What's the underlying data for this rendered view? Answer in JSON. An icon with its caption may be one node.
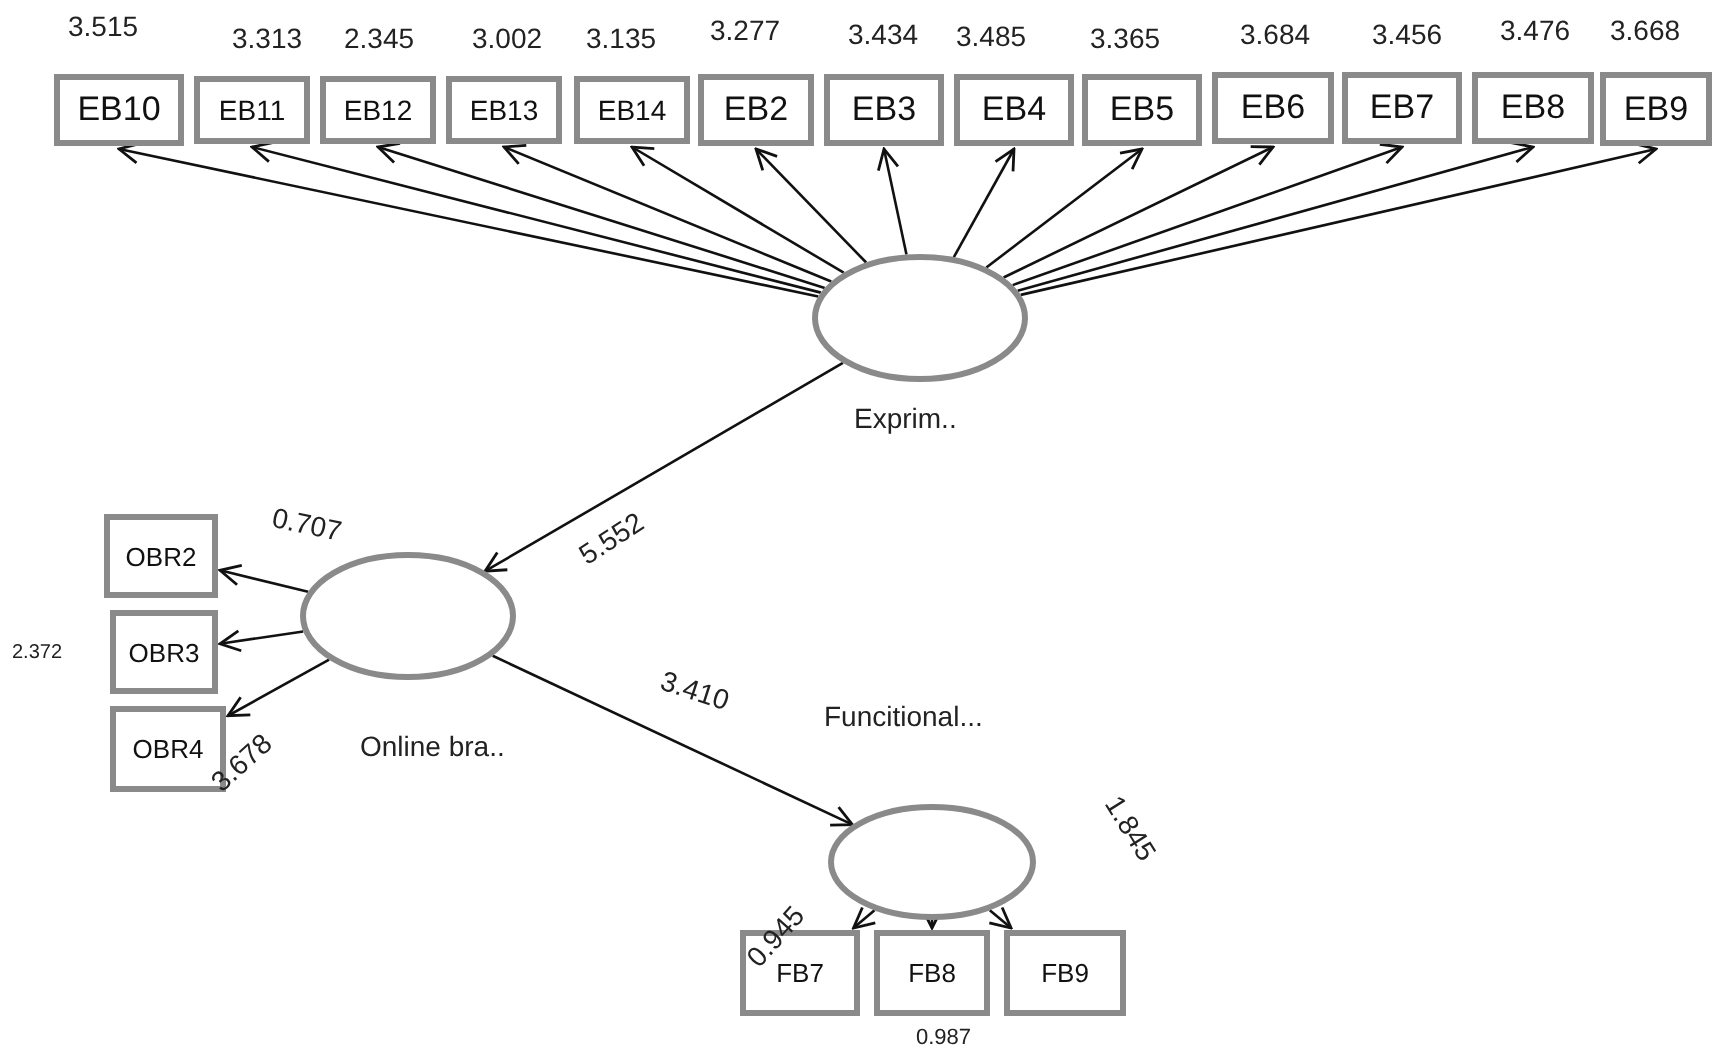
{
  "diagram": {
    "nodes": [
      {
        "text": [
          "EB10"
        ],
        "beside": [
          "3.515"
        ]
      },
      {
        "text": [
          "EB11"
        ],
        "beside": [
          "3.313"
        ]
      },
      {
        "text": [
          "EB12"
        ],
        "beside": [
          "2.345"
        ]
      },
      {
        "text": [
          "EB13"
        ],
        "beside": [
          "3.002"
        ]
      },
      {
        "text": [
          "EB14"
        ],
        "beside": [
          "3.135"
        ]
      },
      {
        "text": [
          "EB2"
        ],
        "beside": [
          "3.277"
        ]
      },
      {
        "text": [
          "EB3"
        ],
        "beside": [
          "3.434"
        ]
      },
      {
        "text": [
          "EB4"
        ],
        "beside": [
          "3.485"
        ]
      },
      {
        "text": [
          "EB5"
        ],
        "beside": [
          "3.365"
        ]
      },
      {
        "text": [
          "EB6"
        ],
        "beside": [
          "3.684"
        ]
      },
      {
        "text": [
          "EB7"
        ],
        "beside": [
          "3.456"
        ]
      },
      {
        "text": [
          "EB8"
        ],
        "beside": [
          "3.476"
        ]
      },
      {
        "text": [
          "EB9"
        ],
        "beside": [
          "3.668"
        ]
      },
      {
        "text": [
          "Exprim.."
        ]
      },
      {
        "text": [
          "OBR2"
        ]
      },
      {
        "text": [
          "OBR3"
        ],
        "beside": [
          "2.372"
        ]
      },
      {
        "text": [
          "OBR4"
        ]
      },
      {
        "text": [
          "Online bra.."
        ]
      },
      {
        "text": [
          "Funcitional..."
        ]
      },
      {
        "text": [
          "FB7"
        ]
      },
      {
        "text": [
          "FB8"
        ],
        "beside": [
          "0.987"
        ]
      },
      {
        "text": [
          "FB9"
        ]
      }
    ],
    "edges": [
      {
        "from": 13,
        "to": 0,
        "arrow": "to"
      },
      {
        "from": 13,
        "to": 1,
        "arrow": "to"
      },
      {
        "from": 13,
        "to": 2,
        "arrow": "to"
      },
      {
        "from": 13,
        "to": 3,
        "arrow": "to"
      },
      {
        "from": 13,
        "to": 4,
        "arrow": "to"
      },
      {
        "from": 13,
        "to": 5,
        "arrow": "to"
      },
      {
        "from": 13,
        "to": 6,
        "arrow": "to"
      },
      {
        "from": 13,
        "to": 7,
        "arrow": "to"
      },
      {
        "from": 13,
        "to": 8,
        "arrow": "to"
      },
      {
        "from": 13,
        "to": 9,
        "arrow": "to"
      },
      {
        "from": 13,
        "to": 10,
        "arrow": "to"
      },
      {
        "from": 13,
        "to": 11,
        "arrow": "to"
      },
      {
        "from": 13,
        "to": 12,
        "arrow": "to"
      },
      {
        "from": 13,
        "to": 17,
        "arrow": "to",
        "label": "5.552"
      },
      {
        "from": 17,
        "to": 14,
        "arrow": "to",
        "label": "0.707"
      },
      {
        "from": 17,
        "to": 15,
        "arrow": "to"
      },
      {
        "from": 17,
        "to": 16,
        "arrow": "to",
        "label": "3.678"
      },
      {
        "from": 17,
        "to": 18,
        "arrow": "to",
        "label": "3.410"
      },
      {
        "from": 18,
        "to": 19,
        "arrow": "to",
        "label": "0.945"
      },
      {
        "from": 18,
        "to": 20,
        "arrow": "to"
      },
      {
        "from": 18,
        "to": 21,
        "arrow": "to",
        "label": "1.845"
      }
    ]
  }
}
